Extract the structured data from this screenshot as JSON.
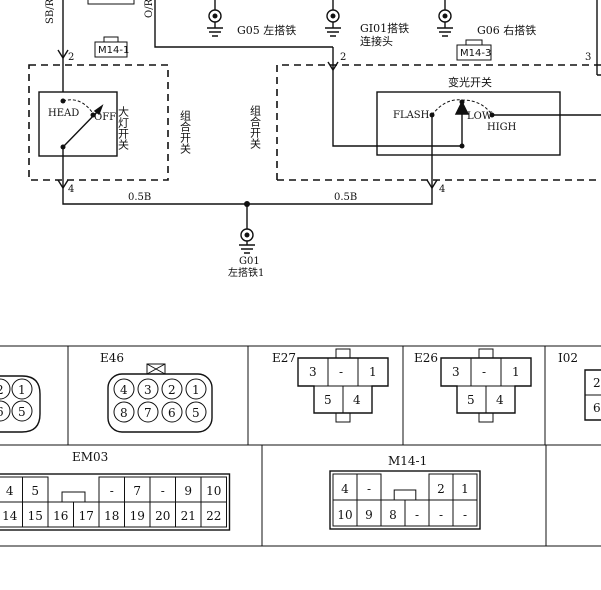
{
  "wires": {
    "top_left_wire": "SB/R",
    "top_wire_2": "O/R",
    "bottom_left_size": "0.5B",
    "bottom_right_size": "0.5B"
  },
  "grounds": {
    "g05": "G05 左搭铁",
    "gi01_line1": "GI01搭铁",
    "gi01_line2": "连接头",
    "g06": "G06 右搭铁",
    "g01_code": "G01",
    "g01_name": "左搭铁1"
  },
  "connectors_refs": {
    "m14_1": "M14-1",
    "m14_3": "M14-3"
  },
  "pins": {
    "left_top": "2",
    "left_bottom": "4",
    "right_top_a": "2",
    "right_top_b": "3",
    "right_bottom": "4"
  },
  "switches": {
    "headlamp": {
      "head": "HEAD",
      "off": "OFF",
      "label": "大灯开关",
      "group": "组合开关"
    },
    "dimmer": {
      "title": "变光开关",
      "flash": "FLASH",
      "low": "LOW",
      "high": "HIGH",
      "group": "组合开关"
    }
  },
  "connectors": {
    "e46": {
      "name": "E46",
      "top": [
        "4",
        "3",
        "2",
        "1"
      ],
      "bottom": [
        "8",
        "7",
        "6",
        "5"
      ]
    },
    "e27": {
      "name": "E27",
      "top": [
        "3",
        "-",
        "1"
      ],
      "bottom": [
        "5",
        "4"
      ]
    },
    "e26": {
      "name": "E26",
      "top": [
        "3",
        "-",
        "1"
      ],
      "bottom": [
        "5",
        "4"
      ]
    },
    "i02": {
      "name": "I02",
      "pins": [
        "2",
        "6"
      ]
    },
    "left_partial": {
      "top": [
        "2",
        "1"
      ],
      "bottom": [
        "6",
        "5"
      ]
    },
    "em03": {
      "name": "EM03",
      "top": [
        "4",
        "5",
        "",
        "",
        "-",
        "7",
        "-",
        "9",
        "10"
      ],
      "bottom": [
        "14",
        "15",
        "16",
        "17",
        "18",
        "19",
        "20",
        "21",
        "22"
      ]
    },
    "m14_1": {
      "name": "M14-1",
      "top": [
        "4",
        "-",
        "",
        "",
        "2",
        "1"
      ],
      "bottom": [
        "10",
        "9",
        "8",
        "-",
        "-",
        "-"
      ]
    }
  }
}
